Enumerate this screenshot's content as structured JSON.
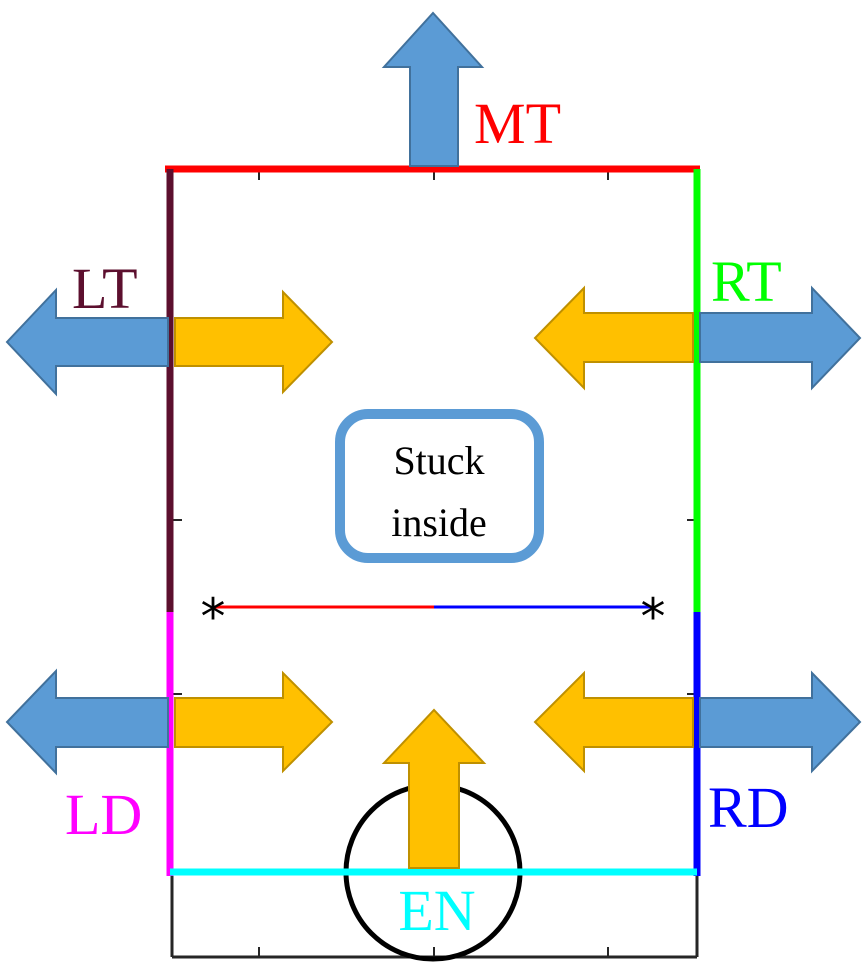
{
  "labels": {
    "mt": {
      "text": "MT",
      "color": "#ff0000"
    },
    "lt": {
      "text": "LT",
      "color": "#5c0f2e"
    },
    "rt": {
      "text": "RT",
      "color": "#00ff00"
    },
    "ld": {
      "text": "LD",
      "color": "#ff00ff"
    },
    "rd": {
      "text": "RD",
      "color": "#0000ff"
    },
    "en": {
      "text": "EN",
      "color": "#00ffff"
    }
  },
  "center_box": {
    "line1": "Stuck",
    "line2": "inside",
    "border_color": "#5b9bd5"
  },
  "colors": {
    "outward_arrow": "#5b9bd5",
    "inward_arrow": "#ffc000",
    "axis": "#262626",
    "segment_left": "#ff0000",
    "segment_right": "#0000ff",
    "circle": "#000000"
  },
  "markers": {
    "symbol": "*"
  }
}
